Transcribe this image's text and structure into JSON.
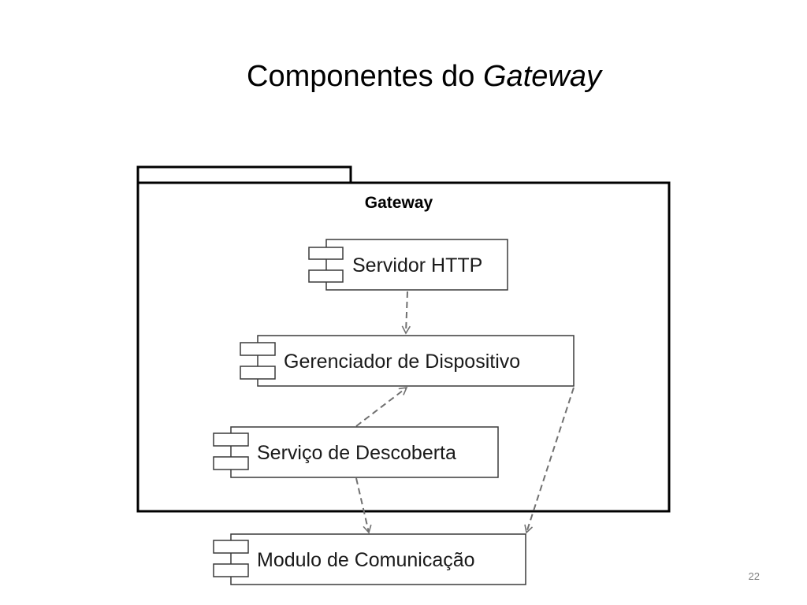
{
  "slide": {
    "title_main": "Componentes do ",
    "title_emphasis": "Gateway",
    "page_number": "22"
  },
  "diagram": {
    "package": {
      "name": "Gateway"
    },
    "components": {
      "http_server": "Servidor HTTP",
      "device_manager": "Gerenciador de Dispositivo",
      "discovery_service": "Serviço de Descoberta",
      "communication_module": "Modulo de Comunicação"
    },
    "dependencies": [
      {
        "from": "Servidor HTTP",
        "to": "Gerenciador de Dispositivo"
      },
      {
        "from": "Serviço de Descoberta",
        "to": "Gerenciador de Dispositivo"
      },
      {
        "from": "Serviço de Descoberta",
        "to": "Modulo de Comunicação"
      },
      {
        "from": "Gerenciador de Dispositivo",
        "to": "Modulo de Comunicação"
      }
    ],
    "colors": {
      "package_border": "#000000",
      "component_border": "#3a3a3a",
      "dependency_line": "#707070"
    }
  }
}
